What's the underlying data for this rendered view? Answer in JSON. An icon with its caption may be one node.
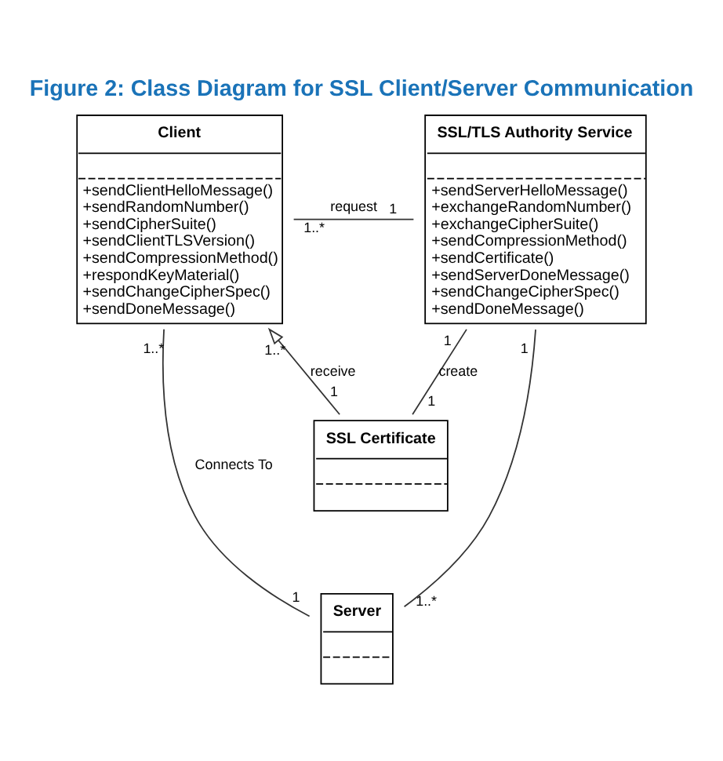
{
  "diagram": {
    "title": "Figure 2: Class Diagram for SSL Client/Server Communication",
    "nodes": [
      {
        "text": [
          "Client",
          "+sendClientHelloMessage()",
          "+sendRandomNumber()",
          "+sendCipherSuite()",
          "+sendClientTLSVersion()",
          "+sendCompressionMethod()",
          "+respondKeyMaterial()",
          "+sendChangeCipherSpec()",
          "+sendDoneMessage()"
        ]
      },
      {
        "text": [
          "SSL/TLS Authority Service",
          "+sendServerHelloMessage()",
          "+exchangeRandomNumber()",
          "+exchangeCipherSuite()",
          "+sendCompressionMethod()",
          "+sendCertificate()",
          "+sendServerDoneMessage()",
          "+sendChangeCipherSpec()",
          "+sendDoneMessage()"
        ]
      },
      {
        "text": [
          "SSL Certificate"
        ]
      },
      {
        "text": [
          "Server"
        ]
      }
    ],
    "edges": [
      {
        "from": 0,
        "to": 1,
        "arrow": "none",
        "label": "request"
      },
      {
        "from": 2,
        "to": 0,
        "arrow": "to",
        "label": "receive"
      },
      {
        "from": 1,
        "to": 2,
        "arrow": "none",
        "label": "create"
      },
      {
        "from": 0,
        "to": 3,
        "arrow": "none",
        "label": "Connects To"
      },
      {
        "from": 1,
        "to": 3,
        "arrow": "none"
      }
    ],
    "labels": [
      "1..*",
      "1",
      "1..*",
      "1",
      "1..*",
      "1",
      "1",
      "1",
      "1..*",
      "1"
    ]
  }
}
